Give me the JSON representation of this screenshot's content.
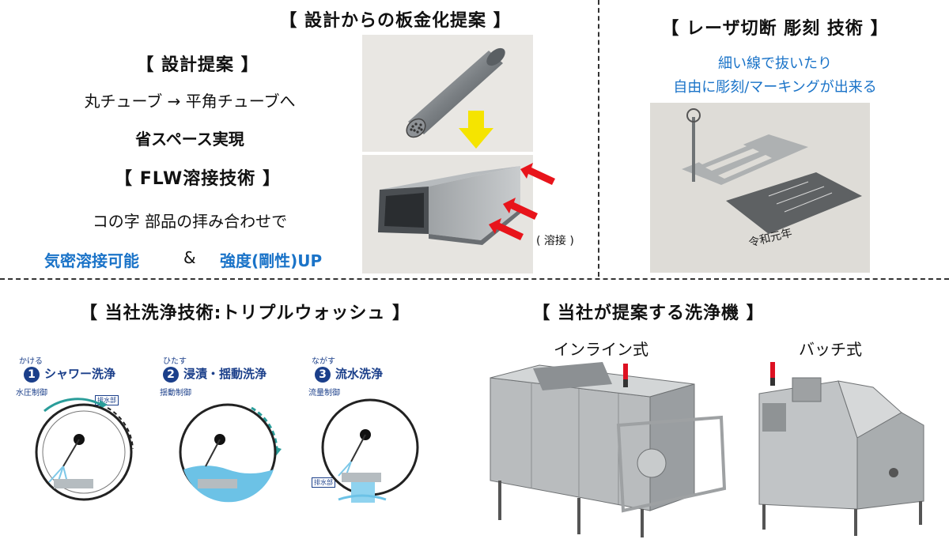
{
  "top_left": {
    "title": "【 設計からの板金化提案 】",
    "design_proposal": {
      "heading": "【 設計提案 】",
      "line1": "丸チューブ → 平角チューブへ",
      "line2": "省スペース実現"
    },
    "flw": {
      "heading": "【 FLW溶接技術 】",
      "line1": "コの字 部品の拝み合わせで",
      "benefit1": "気密溶接可能",
      "amp": "&",
      "benefit2": "強度(剛性)UP"
    },
    "weld_note": "( 溶接 )"
  },
  "top_right": {
    "title": "【 レーザ切断 彫刻 技術 】",
    "line1": "細い線で抜いたり",
    "line2": "自由に彫刻/マーキングが出来る",
    "plate_text": "令和元年"
  },
  "bottom_left": {
    "title": "【 当社洗浄技術:トリプルウォッシュ 】",
    "panels": [
      {
        "number": "1",
        "furigana": "かける",
        "label": "シャワー洗浄",
        "sub": "水圧制御",
        "tag": "排水部"
      },
      {
        "number": "2",
        "furigana": "ひたす",
        "label": "浸漬・揺動洗浄",
        "sub": "揺動制御",
        "tag": ""
      },
      {
        "number": "3",
        "furigana": "ながす",
        "label": "流水洗浄",
        "sub": "流量制御",
        "tag": "排水部"
      }
    ]
  },
  "bottom_right": {
    "title": "【 当社が提案する洗浄機 】",
    "machine1": "インライン式",
    "machine2": "バッチ式"
  },
  "colors": {
    "accent_blue": "#1a73c8",
    "panel_blue": "#1b3f8a",
    "arrow_yellow": "#f5e400",
    "arrow_red": "#e8141b"
  }
}
